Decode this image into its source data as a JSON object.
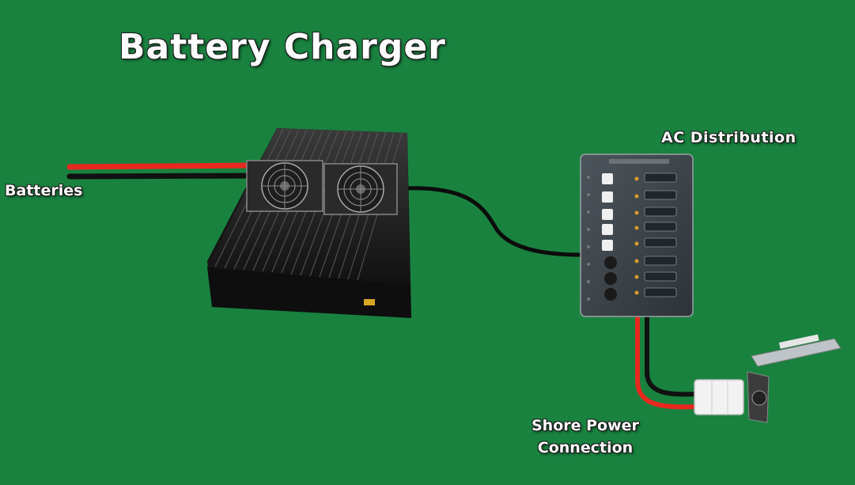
{
  "title": "Battery Charger",
  "labels": {
    "batteries": "Batteries",
    "ac_distribution": "AC Distribution",
    "shore_power_line1": "Shore Power",
    "shore_power_line2": "Connection"
  },
  "colors": {
    "background": "#19823f",
    "wire_positive": "#e8281e",
    "wire_negative": "#111111",
    "charger_body": "#1c1c1c",
    "panel_body": "#3a4147"
  },
  "icons": [
    "fan-icon",
    "breaker-switch-icon",
    "indicator-led-icon",
    "shore-plug-icon"
  ]
}
